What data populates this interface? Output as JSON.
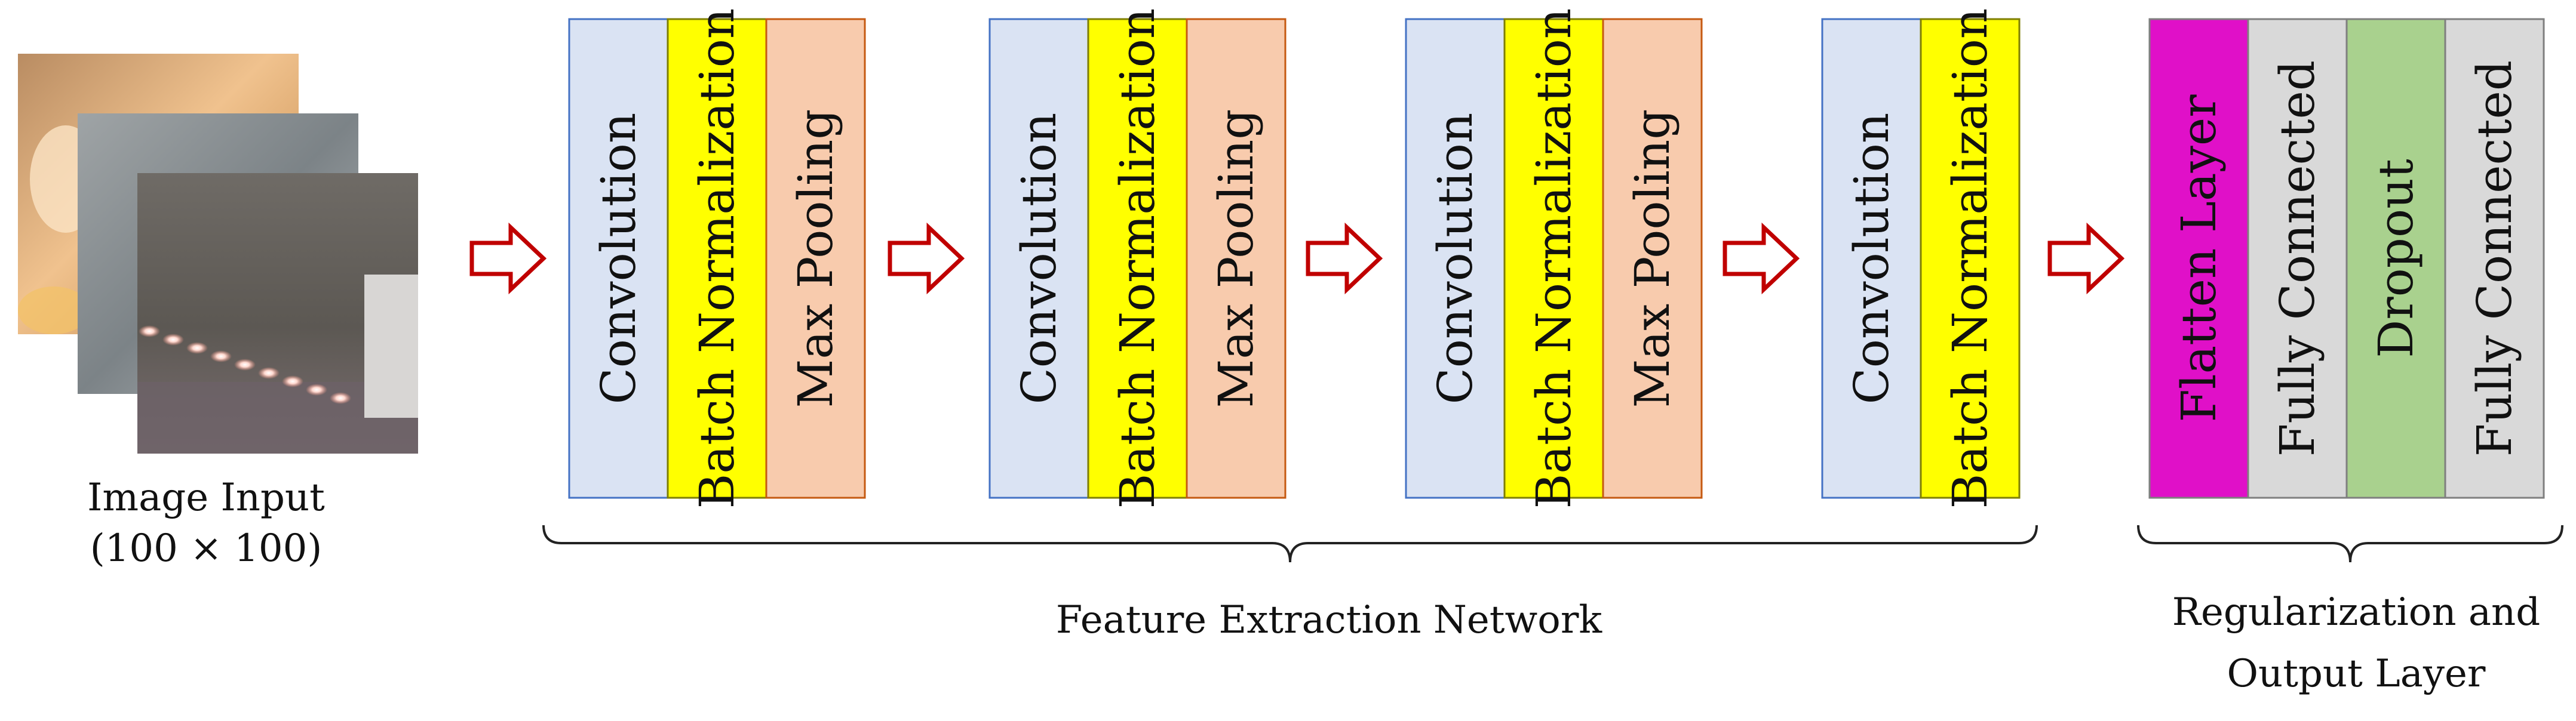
{
  "input": {
    "label": "Image Input",
    "size": "(100 × 100)"
  },
  "groups": [
    {
      "layers": [
        {
          "label": "Convolution",
          "kind": "conv"
        },
        {
          "label": "Batch Normalization",
          "kind": "bn"
        },
        {
          "label": "Max Pooling",
          "kind": "pool"
        }
      ]
    },
    {
      "layers": [
        {
          "label": "Convolution",
          "kind": "conv"
        },
        {
          "label": "Batch Normalization",
          "kind": "bn"
        },
        {
          "label": "Max Pooling",
          "kind": "pool"
        }
      ]
    },
    {
      "layers": [
        {
          "label": "Convolution",
          "kind": "conv"
        },
        {
          "label": "Batch Normalization",
          "kind": "bn"
        },
        {
          "label": "Max Pooling",
          "kind": "pool"
        }
      ]
    },
    {
      "layers": [
        {
          "label": "Convolution",
          "kind": "conv"
        },
        {
          "label": "Batch Normalization",
          "kind": "bn"
        }
      ]
    },
    {
      "layers": [
        {
          "label": "Flatten Layer",
          "kind": "flatten"
        },
        {
          "label": "Fully Connected",
          "kind": "fc"
        },
        {
          "label": "Dropout",
          "kind": "dropout"
        },
        {
          "label": "Fully Connected",
          "kind": "fc"
        }
      ]
    }
  ],
  "braces": {
    "feature": "Feature Extraction Network",
    "output_line1": "Regularization and",
    "output_line2": "Output Layer"
  },
  "colors": {
    "conv": "#dae3f3",
    "bn": "#ffff00",
    "pool": "#f8cbad",
    "flatten": "#e010c8",
    "fc": "#d9d9d9",
    "dropout": "#a9d18e",
    "arrow": "#c00000"
  },
  "borders": {
    "conv": "#4472c4",
    "bn": "#7f7f00",
    "pool": "#c55a11",
    "flatten": "#7f7f7f",
    "fc": "#7f7f7f",
    "dropout": "#7f7f7f"
  }
}
